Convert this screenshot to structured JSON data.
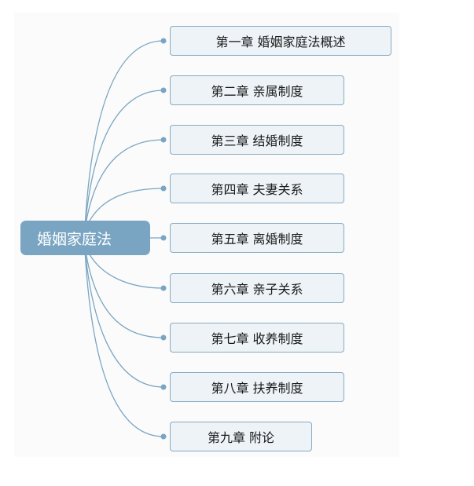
{
  "root": {
    "label": "婚姻家庭法"
  },
  "chapters": [
    {
      "label": "第一章 婚姻家庭法概述"
    },
    {
      "label": "第二章 亲属制度"
    },
    {
      "label": "第三章 结婚制度"
    },
    {
      "label": "第四章 夫妻关系"
    },
    {
      "label": "第五章 离婚制度"
    },
    {
      "label": "第六章 亲子关系"
    },
    {
      "label": "第七章 收养制度"
    },
    {
      "label": "第八章 扶养制度"
    },
    {
      "label": "第九章 附论"
    }
  ],
  "colors": {
    "root_fill": "#7aa5c2",
    "node_fill": "#edf3f7",
    "node_border": "#87abc3",
    "connector": "#7aa5c2"
  }
}
